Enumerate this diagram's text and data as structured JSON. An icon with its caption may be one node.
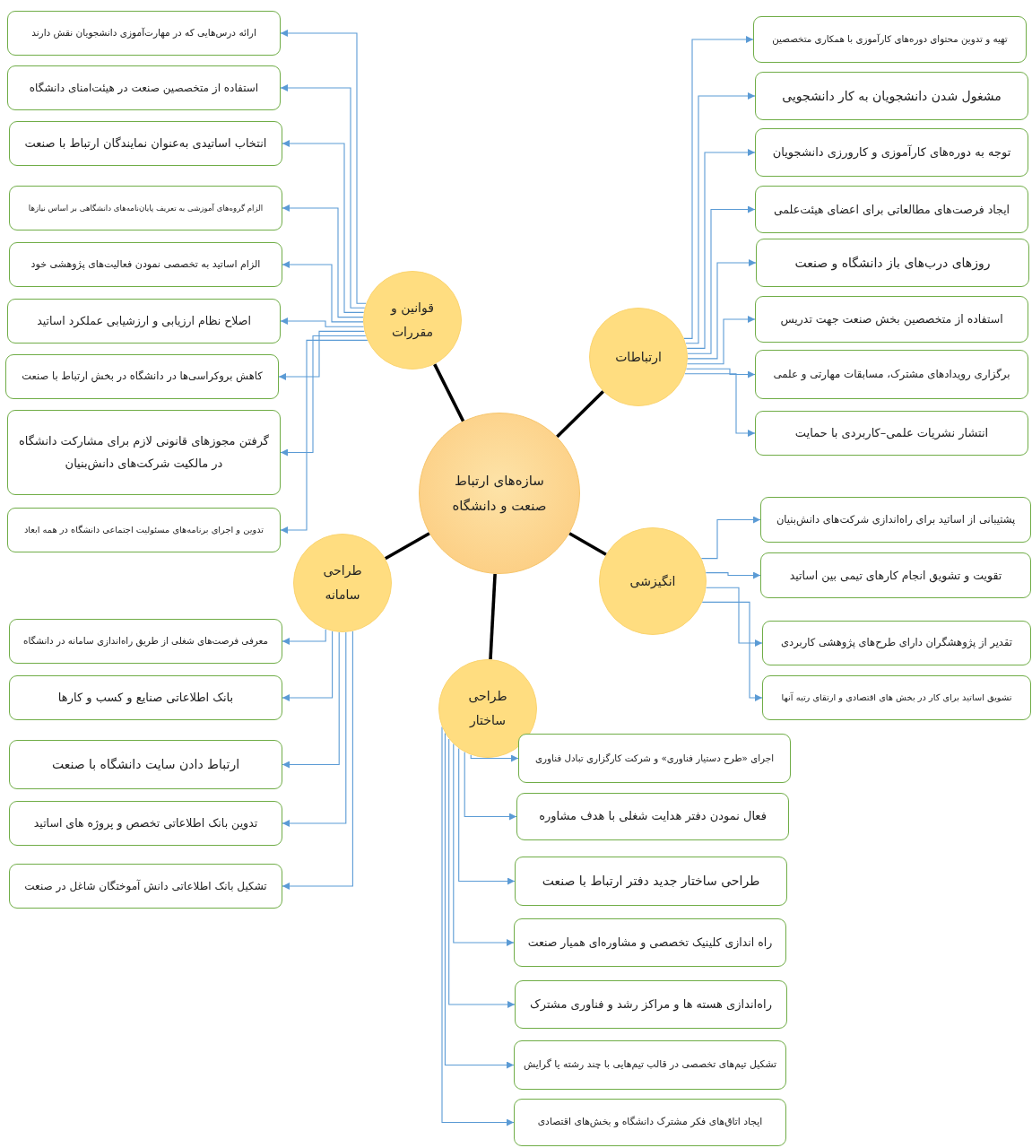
{
  "diagram": {
    "nodes": [
      {
        "text": [
          "سازه‌های ارتباط صنعت و دانشگاه"
        ]
      },
      {
        "text": [
          "قوانین و مقررات"
        ]
      },
      {
        "text": [
          "ارتباطات"
        ]
      },
      {
        "text": [
          "انگیزشی"
        ]
      },
      {
        "text": [
          "طراحی ساختار"
        ]
      },
      {
        "text": [
          "طراحی سامانه"
        ]
      },
      {
        "text": [
          "ارائه درس‌هایی که در مهارت‌آموزی دانشجویان نقش دارند"
        ]
      },
      {
        "text": [
          "استفاده از متخصصین صنعت در هیئت‌امنای دانشگاه"
        ]
      },
      {
        "text": [
          "انتخاب اساتیدی به‌عنوان نمایندگان ارتباط با صنعت"
        ]
      },
      {
        "text": [
          "الزام گروه‌های آموزشی به تعریف پایان‌نامه‌های دانشگاهی بر اساس نیازها"
        ]
      },
      {
        "text": [
          "الزام اساتید به تخصصی نمودن فعالیت‌های پژوهشی خود"
        ]
      },
      {
        "text": [
          "اصلاح نظام ارزیابی و ارزشیابی عملکرد اساتید"
        ]
      },
      {
        "text": [
          "کاهش بروکراسی‌ها در دانشگاه در بخش ارتباط با صنعت"
        ]
      },
      {
        "text": [
          "گرفتن مجوزهای قانونی لازم برای مشارکت دانشگاه در مالکیت شرکت‌های دانش‌بنیان"
        ]
      },
      {
        "text": [
          "تدوین و اجرای برنامه‌های مسئولیت اجتماعی دانشگاه در همه ابعاد"
        ]
      },
      {
        "text": [
          "تهیه و تدوین محتوای دوره‌های کارآموزی با همکاری متخصصین"
        ]
      },
      {
        "text": [
          "مشغول شدن دانشجویان به کار دانشجویی"
        ]
      },
      {
        "text": [
          "توجه به دوره‌های کارآموزی و کارورزی دانشجویان"
        ]
      },
      {
        "text": [
          "ایجاد فرصت‌های مطالعاتی برای اعضای هیئت‌علمی"
        ]
      },
      {
        "text": [
          "روزهای درب‌های باز دانشگاه و صنعت"
        ]
      },
      {
        "text": [
          "استفاده از متخصصین بخش صنعت جهت تدریس"
        ]
      },
      {
        "text": [
          "برگزاری رویدادهای مشترک، مسابقات مهارتی و علمی"
        ]
      },
      {
        "text": [
          "انتشار نشریات علمی–کاربردی با حمایت"
        ]
      },
      {
        "text": [
          "پشتیبانی از اساتید برای راه‌اندازی شرکت‌های دانش‌بنیان"
        ]
      },
      {
        "text": [
          "تقویت و تشویق انجام کارهای تیمی بین اساتید"
        ]
      },
      {
        "text": [
          "تقدیر از پژوهشگران دارای طرح‌های پژوهشی کاربردی"
        ]
      },
      {
        "text": [
          "تشویق اساتید برای کار در بخش های اقتصادی و ارتقای رتبه آنها"
        ]
      },
      {
        "text": [
          "معرفی فرصت‌های شغلی از طریق راه‌اندازی سامانه در دانشگاه"
        ]
      },
      {
        "text": [
          "بانک اطلاعاتی صنایع و کسب و کارها"
        ]
      },
      {
        "text": [
          "ارتباط دادن سایت دانشگاه با صنعت"
        ]
      },
      {
        "text": [
          "تدوین بانک اطلاعاتی تخصص و پروژه های اساتید"
        ]
      },
      {
        "text": [
          "تشکیل بانک اطلاعاتی دانش آموختگان شاغل در صنعت"
        ]
      },
      {
        "text": [
          "اجرای «طرح دستیار فناوری» و شرکت کارگزاری تبادل فناوری"
        ]
      },
      {
        "text": [
          "فعال نمودن دفتر هدایت شغلی با هدف مشاوره"
        ]
      },
      {
        "text": [
          "طراحی ساختار جدید دفتر ارتباط با صنعت"
        ]
      },
      {
        "text": [
          "راه اندازی کلینیک تخصصی و مشاوره‌ای همیار صنعت"
        ]
      },
      {
        "text": [
          "راه‌اندازی هسته ها و مراکز رشد و فناوری مشترک"
        ]
      },
      {
        "text": [
          "تشکیل تیم‌های تخصصی در قالب تیم‌هایی با چند رشته یا گرایش"
        ]
      },
      {
        "text": [
          "ایجاد اتاق‌های فکر مشترک دانشگاه و بخش‌های اقتصادی"
        ]
      }
    ],
    "edges": [
      {
        "from": 0,
        "to": 1,
        "arrow": "none",
        "style": "thick",
        "color": "#000000"
      },
      {
        "from": 0,
        "to": 2,
        "arrow": "none",
        "style": "thick",
        "color": "#000000"
      },
      {
        "from": 0,
        "to": 3,
        "arrow": "none",
        "style": "thick",
        "color": "#000000"
      },
      {
        "from": 0,
        "to": 4,
        "arrow": "none",
        "style": "thick",
        "color": "#000000"
      },
      {
        "from": 0,
        "to": 5,
        "arrow": "none",
        "style": "thick",
        "color": "#000000"
      },
      {
        "from": 1,
        "to": 6,
        "arrow": "to"
      },
      {
        "from": 1,
        "to": 7,
        "arrow": "to"
      },
      {
        "from": 1,
        "to": 8,
        "arrow": "to"
      },
      {
        "from": 1,
        "to": 9,
        "arrow": "to"
      },
      {
        "from": 1,
        "to": 10,
        "arrow": "to"
      },
      {
        "from": 1,
        "to": 11,
        "arrow": "to"
      },
      {
        "from": 1,
        "to": 12,
        "arrow": "to"
      },
      {
        "from": 1,
        "to": 13,
        "arrow": "to"
      },
      {
        "from": 1,
        "to": 14,
        "arrow": "to"
      },
      {
        "from": 2,
        "to": 15,
        "arrow": "to"
      },
      {
        "from": 2,
        "to": 16,
        "arrow": "to"
      },
      {
        "from": 2,
        "to": 17,
        "arrow": "to"
      },
      {
        "from": 2,
        "to": 18,
        "arrow": "to"
      },
      {
        "from": 2,
        "to": 19,
        "arrow": "to"
      },
      {
        "from": 2,
        "to": 20,
        "arrow": "to"
      },
      {
        "from": 2,
        "to": 21,
        "arrow": "to"
      },
      {
        "from": 2,
        "to": 22,
        "arrow": "to"
      },
      {
        "from": 3,
        "to": 23,
        "arrow": "to"
      },
      {
        "from": 3,
        "to": 24,
        "arrow": "to"
      },
      {
        "from": 3,
        "to": 25,
        "arrow": "to"
      },
      {
        "from": 3,
        "to": 26,
        "arrow": "to"
      },
      {
        "from": 5,
        "to": 27,
        "arrow": "to"
      },
      {
        "from": 5,
        "to": 28,
        "arrow": "to"
      },
      {
        "from": 5,
        "to": 29,
        "arrow": "to"
      },
      {
        "from": 5,
        "to": 30,
        "arrow": "to"
      },
      {
        "from": 5,
        "to": 31,
        "arrow": "to"
      },
      {
        "from": 4,
        "to": 32,
        "arrow": "to"
      },
      {
        "from": 4,
        "to": 33,
        "arrow": "to"
      },
      {
        "from": 4,
        "to": 34,
        "arrow": "to"
      },
      {
        "from": 4,
        "to": 35,
        "arrow": "to"
      },
      {
        "from": 4,
        "to": 36,
        "arrow": "to"
      },
      {
        "from": 4,
        "to": 37,
        "arrow": "to"
      },
      {
        "from": 4,
        "to": 38,
        "arrow": "to"
      }
    ]
  }
}
